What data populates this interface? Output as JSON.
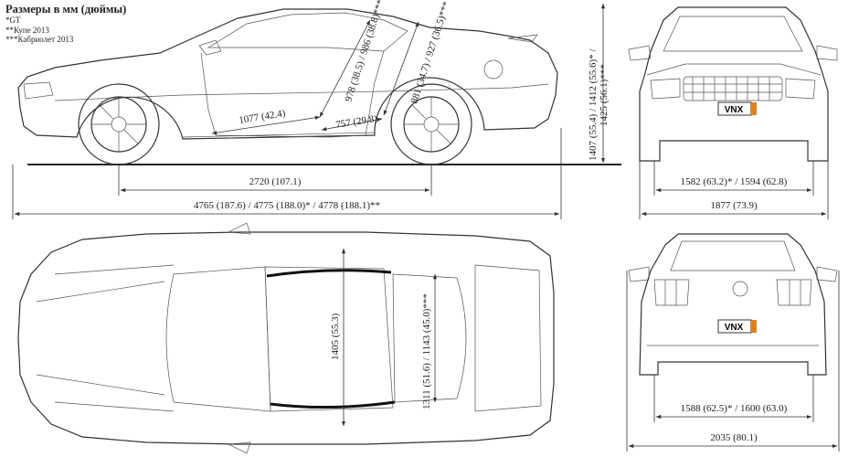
{
  "legend": {
    "title": "Размеры в мм (дюймы)",
    "notes": [
      "*GT",
      "**Купе 2013",
      "***Кабриолет 2013"
    ]
  },
  "plate": "VNX",
  "dimensions": {
    "wheelbase": "2720 (107.1)",
    "length": "4765 (187.6) / 4775 (188.0)* / 4778 (188.1)**",
    "door_diag_front": "978 (38.5) / 986 (38.8)***",
    "door_diag_rear": "881 (34.7) / 927 (36.5)***",
    "door_horiz": "1077 (42.4)",
    "rear_base": "757 (29.8)",
    "height": "1407 (55.4) / 1412 (55.6)* /",
    "height2": "1425 (56.1)***",
    "front_track": "1582 (63.2)* / 1594 (62.8)",
    "width": "1877 (73.9)",
    "roof_width": "1405 (55.3)",
    "interior": "1311 (51.6) / 1143 (45.0)***",
    "rear_track": "1588 (62.5)* / 1600 (63.0)",
    "width_mirrors": "2035 (80.1)"
  }
}
